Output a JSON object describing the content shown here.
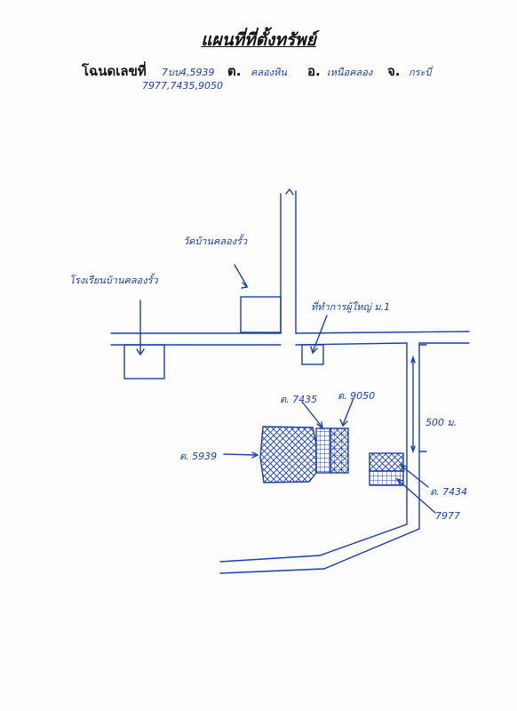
{
  "header": {
    "title": "แผนที่ที่ตั้งทรัพย์",
    "deed_label": "โฉนดเลขที่",
    "deed_numbers_line1": "7บบ4,5939",
    "deed_numbers_line2": "7977,7435,9050",
    "tambon_label": "ต.",
    "tambon_value": "คลองหิน",
    "amphoe_label": "อ.",
    "amphoe_value": "เหนือคลอง",
    "changwat_label": "จ.",
    "changwat_value": "กระบี่"
  },
  "annotations": {
    "school_label": "โรงเรียนบ้านคลองรั้ว",
    "temple_label": "วัดบ้านคลองรั้ว",
    "headman_label": "ที่ทำการผู้ใหญ่ ม.1",
    "distance_label": "500 ม.",
    "plot_5939": "ต. 5939",
    "plot_7435": "ต. 7435",
    "plot_9050": "ต. 9050",
    "plot_7434": "ต. 7434",
    "plot_7977": "7977"
  },
  "colors": {
    "ink": "#1b3fa8",
    "print": "#111111"
  }
}
